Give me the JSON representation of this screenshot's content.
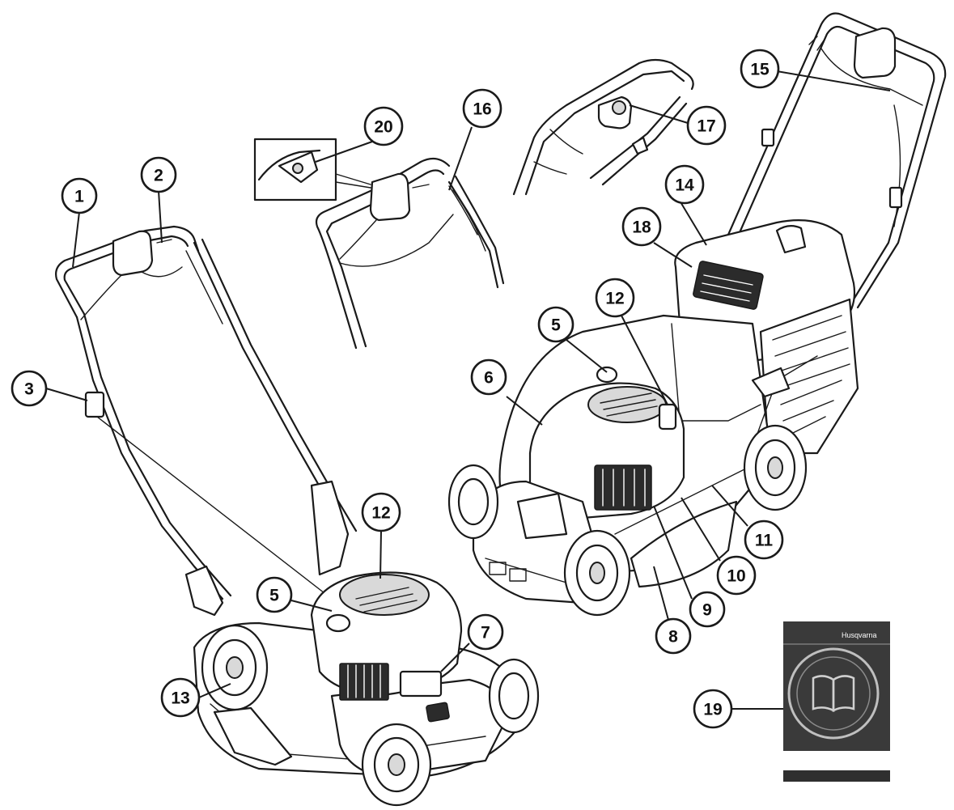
{
  "diagram": {
    "callouts": [
      {
        "id": "c1",
        "label": "1"
      },
      {
        "id": "c2",
        "label": "2"
      },
      {
        "id": "c3",
        "label": "3"
      },
      {
        "id": "c5a",
        "label": "5"
      },
      {
        "id": "c12a",
        "label": "12"
      },
      {
        "id": "c7",
        "label": "7"
      },
      {
        "id": "c13",
        "label": "13"
      },
      {
        "id": "c20",
        "label": "20"
      },
      {
        "id": "c16",
        "label": "16"
      },
      {
        "id": "c17",
        "label": "17"
      },
      {
        "id": "c15",
        "label": "15"
      },
      {
        "id": "c14",
        "label": "14"
      },
      {
        "id": "c18",
        "label": "18"
      },
      {
        "id": "c12b",
        "label": "12"
      },
      {
        "id": "c5b",
        "label": "5"
      },
      {
        "id": "c6",
        "label": "6"
      },
      {
        "id": "c11",
        "label": "11"
      },
      {
        "id": "c10",
        "label": "10"
      },
      {
        "id": "c9",
        "label": "9"
      },
      {
        "id": "c8",
        "label": "8"
      },
      {
        "id": "c19",
        "label": "19"
      }
    ],
    "manual": {
      "brand": "Husqvarna",
      "icon": "open-book-icon"
    },
    "deck_logo_icon": "husqvarna-crown-icon"
  }
}
